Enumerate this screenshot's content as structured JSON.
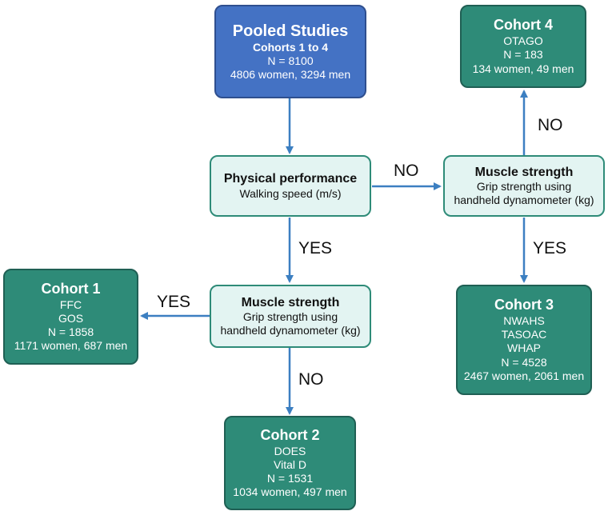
{
  "nodes": {
    "pooled": {
      "title": "Pooled Studies",
      "lines": [
        "Cohorts 1 to 4",
        "N = 8100",
        "4806 women, 3294 men"
      ]
    },
    "physical": {
      "title": "Physical performance",
      "lines": [
        "Walking speed (m/s)"
      ]
    },
    "muscle_right": {
      "title": "Muscle strength",
      "lines": [
        "Grip strength using",
        "handheld dynamometer (kg)"
      ]
    },
    "muscle_center": {
      "title": "Muscle strength",
      "lines": [
        "Grip strength using",
        "handheld dynamometer (kg)"
      ]
    },
    "cohort1": {
      "title": "Cohort 1",
      "lines": [
        "FFC",
        "GOS",
        "N = 1858",
        "1171 women, 687 men"
      ]
    },
    "cohort2": {
      "title": "Cohort 2",
      "lines": [
        "DOES",
        "Vital D",
        "N = 1531",
        "1034 women, 497 men"
      ]
    },
    "cohort3": {
      "title": "Cohort 3",
      "lines": [
        "NWAHS",
        "TASOAC",
        "WHAP",
        "N = 4528",
        "2467 women, 2061 men"
      ]
    },
    "cohort4": {
      "title": "Cohort 4",
      "lines": [
        "OTAGO",
        "N = 183",
        "134 women, 49 men"
      ]
    }
  },
  "edge_labels": {
    "physical_to_muscle_right": "NO",
    "muscle_right_to_cohort4": "NO",
    "physical_to_muscle_center": "YES",
    "muscle_right_to_cohort3": "YES",
    "muscle_center_to_cohort1": "YES",
    "muscle_center_to_cohort2": "NO"
  },
  "colors": {
    "start_node": "#4472c4",
    "cohort_node": "#2e8b78",
    "decision_node": "#e3f4f2",
    "arrow": "#3c7fc1"
  }
}
